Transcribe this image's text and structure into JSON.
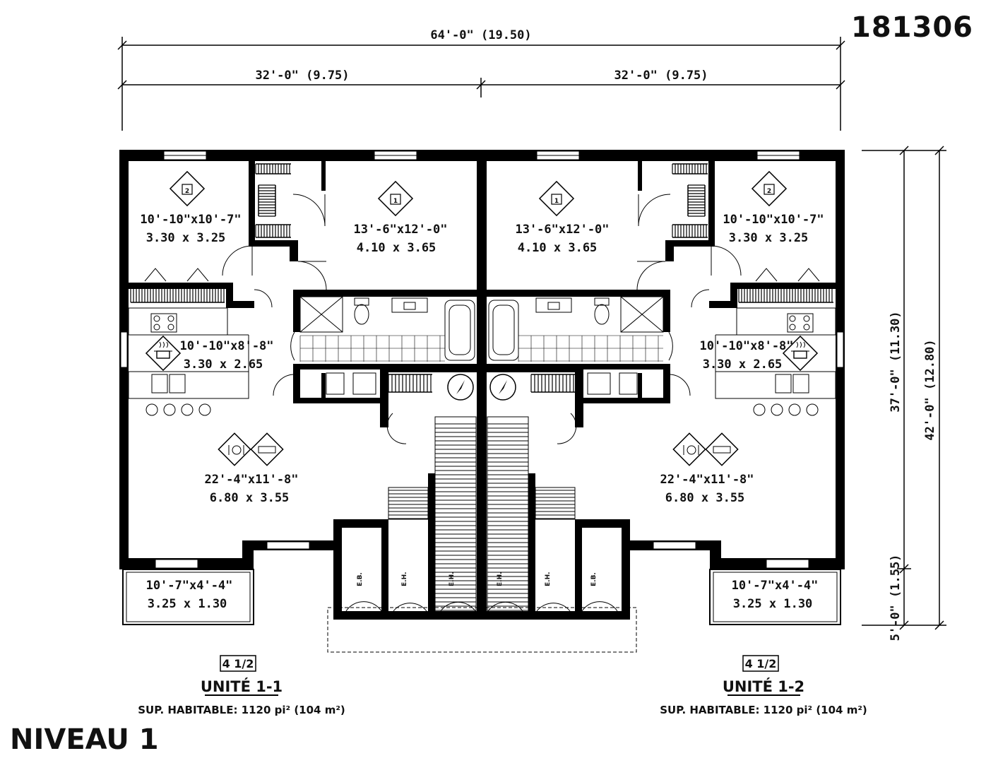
{
  "plan_code": "181306",
  "level_title": "NIVEAU 1",
  "dimensions": {
    "overall_width": "64'-0\" (19.50)",
    "half_left": "32'-0\" (9.75)",
    "half_right": "32'-0\" (9.75)",
    "depth_main": "37'-0\" (11.30)",
    "depth_total": "42'-0\" (12.80)",
    "depth_extra": "5'-0\" (1.55)"
  },
  "units": [
    {
      "type": "4 1/2",
      "name": "UNITÉ 1-1",
      "area": "SUP. HABITABLE: 1120 pi² (104 m²)",
      "rooms": [
        {
          "id": "bedroom-2",
          "icon": "2",
          "imperial": "10'-10\"x10'-7\"",
          "metric": "3.30 x 3.25"
        },
        {
          "id": "bedroom-1",
          "icon": "1",
          "imperial": "13'-6\"x12'-0\"",
          "metric": "4.10 x 3.65"
        },
        {
          "id": "kitchen",
          "imperial": "10'-10\"x8'-8\"",
          "metric": "3.30 x 2.65"
        },
        {
          "id": "living-dining",
          "imperial": "22'-4\"x11'-8\"",
          "metric": "6.80 x 3.55"
        },
        {
          "id": "balcony",
          "imperial": "10'-7\"x4'-4\"",
          "metric": "3.25 x 1.30"
        }
      ]
    },
    {
      "type": "4 1/2",
      "name": "UNITÉ 1-2",
      "area": "SUP. HABITABLE: 1120 pi² (104 m²)",
      "rooms": [
        {
          "id": "bedroom-1",
          "icon": "1",
          "imperial": "13'-6\"x12'-0\"",
          "metric": "4.10 x 3.65"
        },
        {
          "id": "bedroom-2",
          "icon": "2",
          "imperial": "10'-10\"x10'-7\"",
          "metric": "3.30 x 3.25"
        },
        {
          "id": "kitchen",
          "imperial": "10'-10\"x8'-8\"",
          "metric": "3.30 x 2.65"
        },
        {
          "id": "living-dining",
          "imperial": "22'-4\"x11'-8\"",
          "metric": "6.80 x 3.55"
        },
        {
          "id": "balcony",
          "imperial": "10'-7\"x4'-4\"",
          "metric": "3.25 x 1.30"
        }
      ]
    }
  ],
  "closet_labels": [
    "E.B.",
    "E.H.",
    "E.H.",
    "E.H.",
    "E.H.",
    "E.B."
  ],
  "icons": [
    "bed-icon",
    "cooking-pot-icon",
    "dining-icon",
    "sofa-icon",
    "compass-icon"
  ],
  "colors": {
    "ink": "#000000",
    "paper": "#ffffff"
  }
}
